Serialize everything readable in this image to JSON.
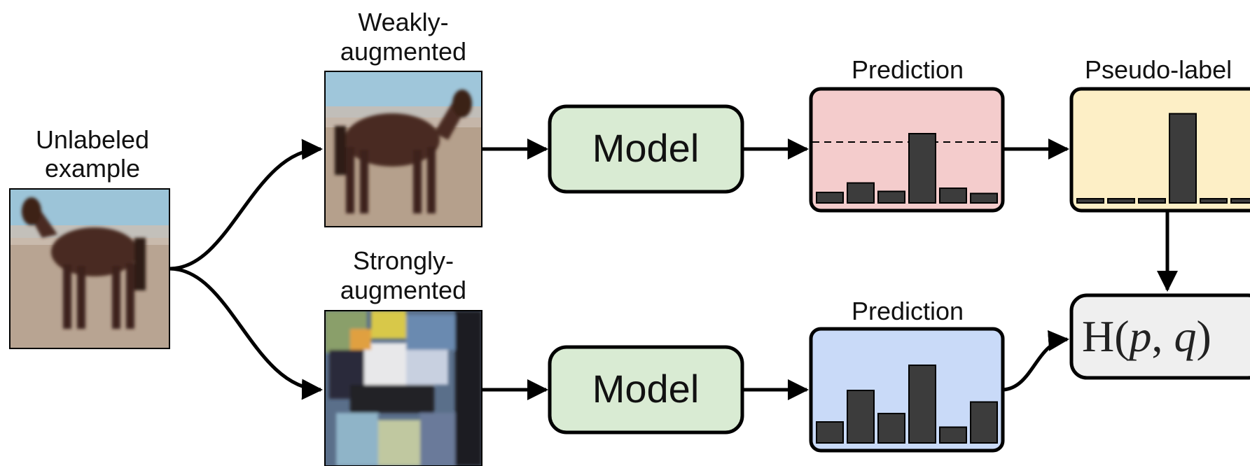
{
  "labels": {
    "unlabeled_line1": "Unlabeled",
    "unlabeled_line2": "example",
    "weak_line1": "Weakly-",
    "weak_line2": "augmented",
    "strong_line1": "Strongly-",
    "strong_line2": "augmented",
    "model_top": "Model",
    "model_bottom": "Model",
    "prediction_top": "Prediction",
    "prediction_bottom": "Prediction",
    "pseudo_label": "Pseudo-label",
    "loss_prefix": "H(",
    "loss_p": "p",
    "loss_sep": ", ",
    "loss_q": "q",
    "loss_suffix": ")"
  },
  "images": {
    "unlabeled": "horse-photo",
    "weak": "horse-photo-weakly-augmented",
    "strong": "horse-photo-strongly-augmented"
  },
  "colors": {
    "model_fill": "#d9ebd3",
    "prediction_top_fill": "#f4cccc",
    "pseudo_label_fill": "#fdefc6",
    "prediction_bottom_fill": "#c9daf8",
    "loss_fill": "#efefef",
    "bar_fill": "#3c3c3c",
    "stroke": "#000000"
  },
  "chart_data": [
    {
      "type": "bar",
      "name": "Prediction (weakly-augmented)",
      "values": [
        0.1,
        0.19,
        0.11,
        0.66,
        0.14,
        0.09
      ],
      "threshold": 0.58
    },
    {
      "type": "bar",
      "name": "Pseudo-label",
      "values": [
        0.04,
        0.04,
        0.04,
        0.85,
        0.04,
        0.04
      ]
    },
    {
      "type": "bar",
      "name": "Prediction (strongly-augmented)",
      "values": [
        0.2,
        0.5,
        0.28,
        0.74,
        0.15,
        0.39
      ]
    }
  ]
}
